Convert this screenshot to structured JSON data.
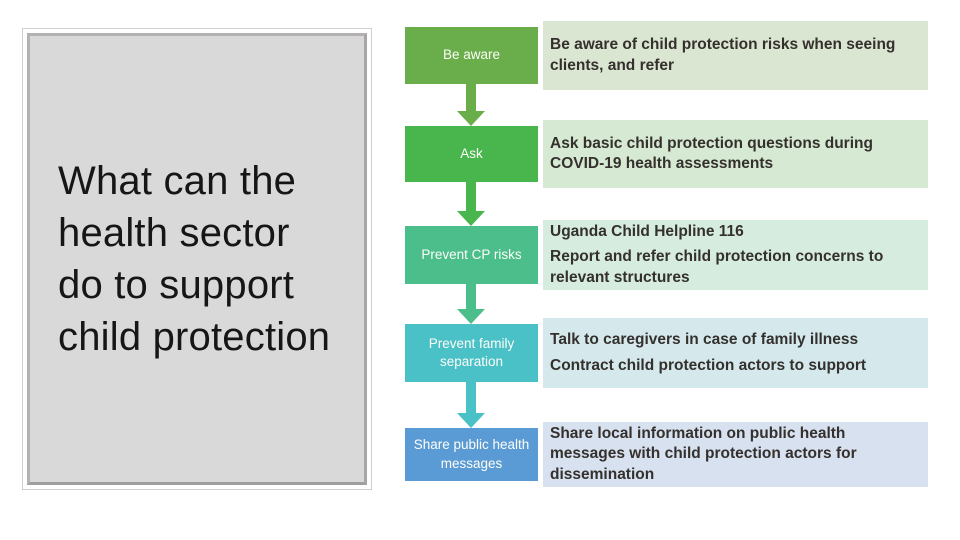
{
  "slide": {
    "title": "What can the health sector do to support child protection"
  },
  "process": {
    "steps": [
      {
        "label": "Be aware",
        "color": "#6aae4b",
        "tint": "#dbe6d2",
        "paragraphs": [
          "Be aware of child protection risks when seeing clients, and refer",
          ""
        ]
      },
      {
        "label": "Ask",
        "color": "#48b54d",
        "tint": "#d6e9d2",
        "paragraphs": [
          "Ask basic child protection questions during COVID-19 health assessments",
          ""
        ]
      },
      {
        "label": "Prevent CP risks",
        "color": "#4cbe8c",
        "tint": "#d6ecdf",
        "paragraphs": [
          "Uganda Child Helpline 116",
          "Report and refer child protection concerns to relevant structures"
        ]
      },
      {
        "label": "Prevent family separation",
        "color": "#4ac0c7",
        "tint": "#d5e9ec",
        "paragraphs": [
          "Talk to caregivers in case of family illness",
          "Contract child protection actors to support"
        ]
      },
      {
        "label": "Share public health messages",
        "color": "#5b9bd5",
        "tint": "#d7e1ef",
        "paragraphs": [
          "Share local information on public health messages with child protection actors for dissemination",
          ""
        ]
      }
    ]
  }
}
